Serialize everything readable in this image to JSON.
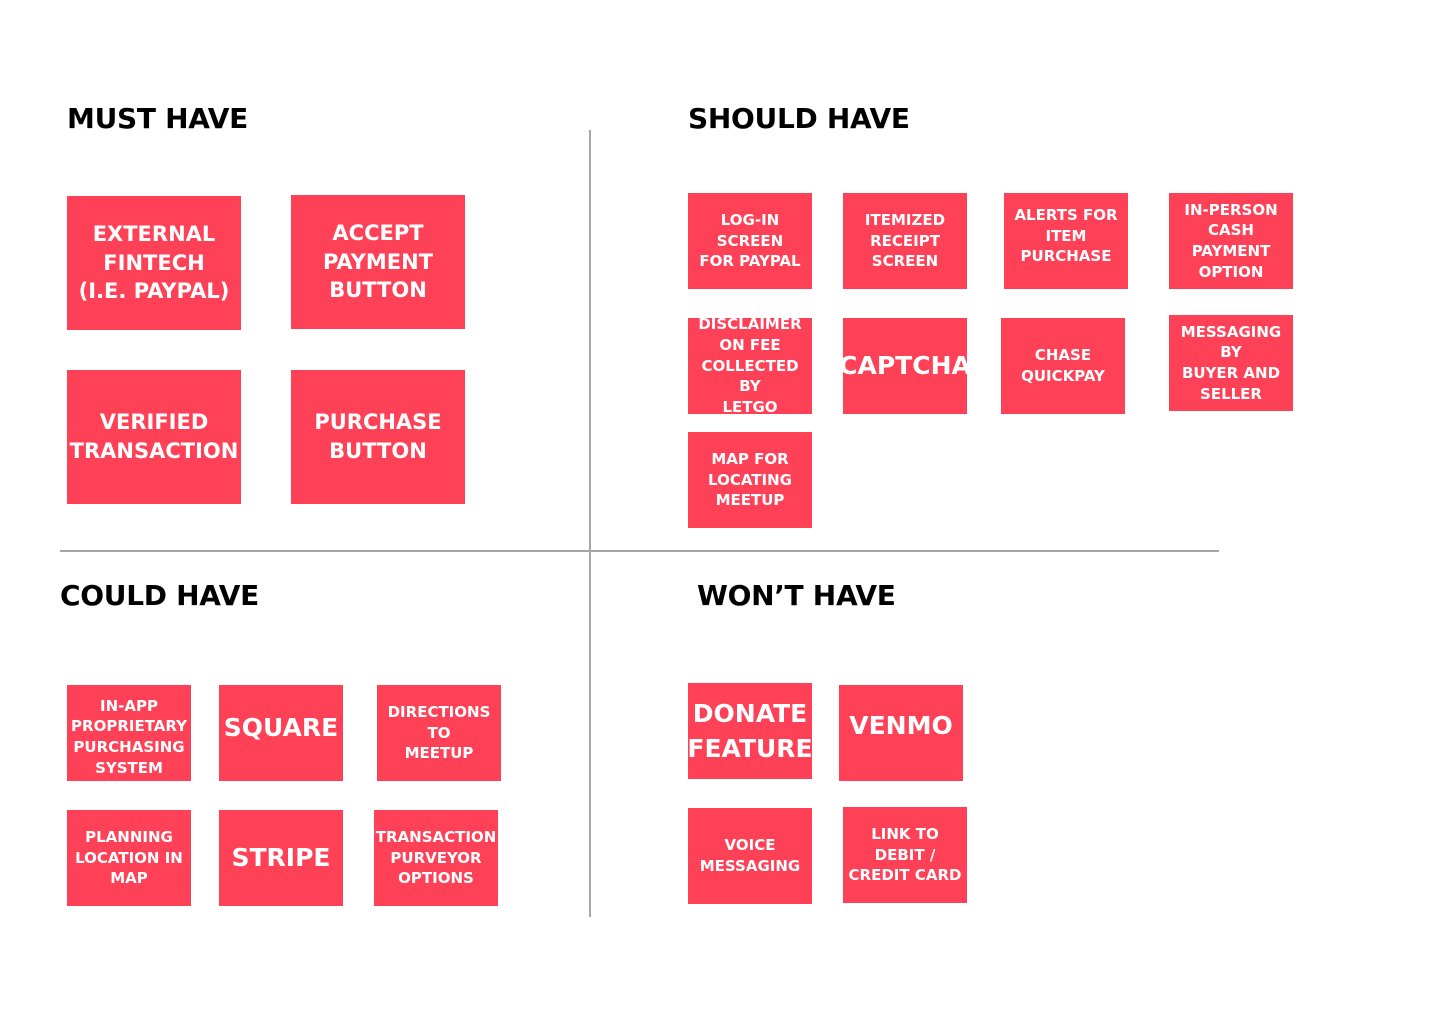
{
  "quadrants": {
    "must_have": {
      "title": "MUST HAVE",
      "notes": [
        "EXTERNAL\nFINTECH\n(I.E. PAYPAL)",
        "ACCEPT\nPAYMENT\nBUTTON",
        "VERIFIED\nTRANSACTION",
        "PURCHASE\nBUTTON"
      ]
    },
    "should_have": {
      "title": "SHOULD HAVE",
      "notes": [
        "LOG-IN SCREEN\nFOR PAYPAL",
        "ITEMIZED\nRECEIPT\nSCREEN",
        "ALERTS FOR\nITEM\nPURCHASE",
        "IN-PERSON\nCASH PAYMENT\nOPTION",
        "DISCLAIMER\nON FEE\nCOLLECTED BY\nLETGO",
        "CAPTCHA",
        "CHASE\nQUICKPAY",
        "MESSAGING BY\nBUYER AND\nSELLER",
        "MAP FOR\nLOCATING\nMEETUP"
      ]
    },
    "could_have": {
      "title": "COULD HAVE",
      "notes": [
        "IN-APP\nPROPRIETARY\nPURCHASING\nSYSTEM",
        "SQUARE",
        "DIRECTIONS TO\nMEETUP",
        "PLANNING\nLOCATION IN\nMAP",
        "STRIPE",
        "TRANSACTION\nPURVEYOR\nOPTIONS"
      ]
    },
    "wont_have": {
      "title": "WON’T HAVE",
      "notes": [
        "DONATE\nFEATURE",
        "VENMO",
        "VOICE\nMESSAGING",
        "LINK TO DEBIT /\nCREDIT CARD"
      ]
    }
  },
  "colors": {
    "note_fill": "#ff4157",
    "note_text": "#ffffff",
    "divider": "#a6a6a6",
    "heading": "#000000"
  }
}
